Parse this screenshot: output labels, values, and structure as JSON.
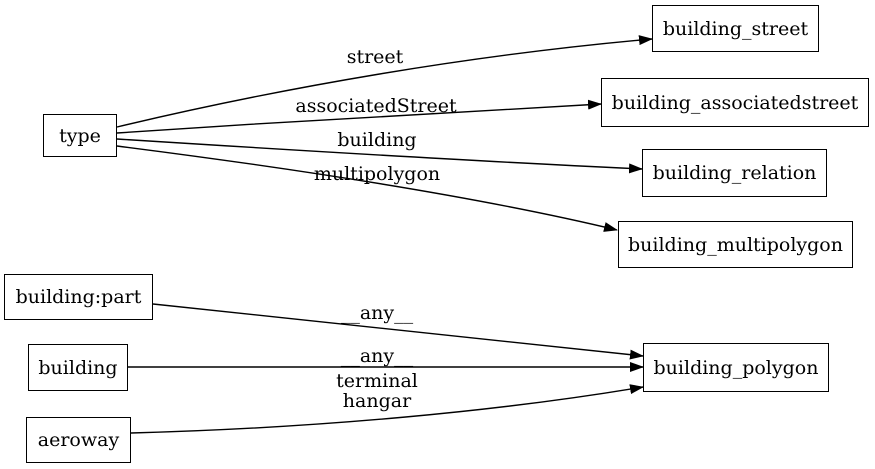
{
  "graph": {
    "type": "directed-graph",
    "nodes": [
      {
        "id": "type",
        "label": "type"
      },
      {
        "id": "building:part",
        "label": "building:part"
      },
      {
        "id": "building",
        "label": "building"
      },
      {
        "id": "aeroway",
        "label": "aeroway"
      },
      {
        "id": "building_street",
        "label": "building_street"
      },
      {
        "id": "building_associatedstreet",
        "label": "building_associatedstreet"
      },
      {
        "id": "building_relation",
        "label": "building_relation"
      },
      {
        "id": "building_multipolygon",
        "label": "building_multipolygon"
      },
      {
        "id": "building_polygon",
        "label": "building_polygon"
      }
    ],
    "edges": [
      {
        "from": "type",
        "to": "building_street",
        "label": "street"
      },
      {
        "from": "type",
        "to": "building_associatedstreet",
        "label": "associatedStreet"
      },
      {
        "from": "type",
        "to": "building_relation",
        "label": "building"
      },
      {
        "from": "type",
        "to": "building_multipolygon",
        "label": "multipolygon"
      },
      {
        "from": "building:part",
        "to": "building_polygon",
        "label": "__any__"
      },
      {
        "from": "building",
        "to": "building_polygon",
        "label": "__any__"
      },
      {
        "from": "aeroway",
        "to": "building_polygon",
        "label": "terminal\nhangar"
      }
    ]
  },
  "colors": {
    "background": "#ffffff",
    "node_fill": "#ffffff",
    "node_border": "#000000",
    "edge": "#000000",
    "text": "#000000"
  }
}
